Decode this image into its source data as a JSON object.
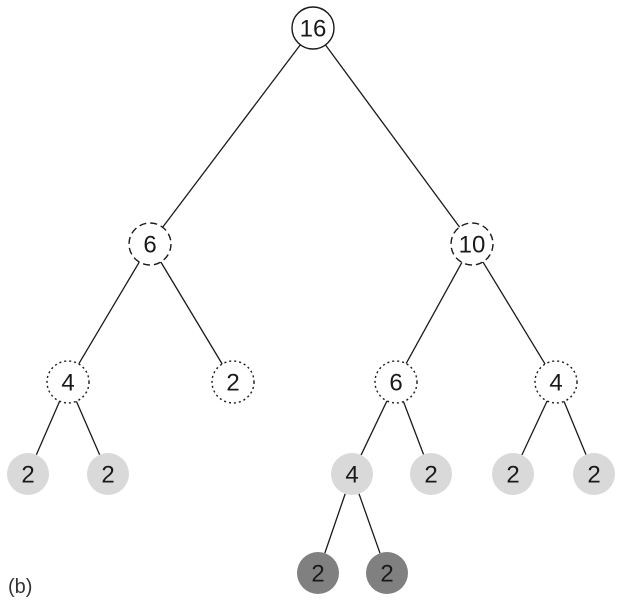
{
  "panel_label": "(b)",
  "colors": {
    "edge": "#1a1a1a",
    "solid_outline": "#1a1a1a",
    "light_fill": "#d9d9d9",
    "dark_fill": "#808080",
    "white_fill": "#ffffff"
  },
  "nodes": [
    {
      "id": "n16",
      "value": "16",
      "style": "solid"
    },
    {
      "id": "n6a",
      "value": "6",
      "style": "dashed"
    },
    {
      "id": "n10",
      "value": "10",
      "style": "dashed"
    },
    {
      "id": "n4a",
      "value": "4",
      "style": "dotted"
    },
    {
      "id": "n2a",
      "value": "2",
      "style": "dotted"
    },
    {
      "id": "n6b",
      "value": "6",
      "style": "dotted"
    },
    {
      "id": "n4b",
      "value": "4",
      "style": "dotted"
    },
    {
      "id": "l1",
      "value": "2",
      "style": "light"
    },
    {
      "id": "l2",
      "value": "2",
      "style": "light"
    },
    {
      "id": "n4c",
      "value": "4",
      "style": "light"
    },
    {
      "id": "l3",
      "value": "2",
      "style": "light"
    },
    {
      "id": "l4",
      "value": "2",
      "style": "light"
    },
    {
      "id": "l5",
      "value": "2",
      "style": "light"
    },
    {
      "id": "d1",
      "value": "2",
      "style": "dark"
    },
    {
      "id": "d2",
      "value": "2",
      "style": "dark"
    }
  ],
  "edges": [
    [
      "n16",
      "n6a"
    ],
    [
      "n16",
      "n10"
    ],
    [
      "n6a",
      "n4a"
    ],
    [
      "n6a",
      "n2a"
    ],
    [
      "n10",
      "n6b"
    ],
    [
      "n10",
      "n4b"
    ],
    [
      "n4a",
      "l1"
    ],
    [
      "n4a",
      "l2"
    ],
    [
      "n6b",
      "n4c"
    ],
    [
      "n6b",
      "l3"
    ],
    [
      "n4b",
      "l4"
    ],
    [
      "n4b",
      "l5"
    ],
    [
      "n4c",
      "d1"
    ],
    [
      "n4c",
      "d2"
    ]
  ]
}
